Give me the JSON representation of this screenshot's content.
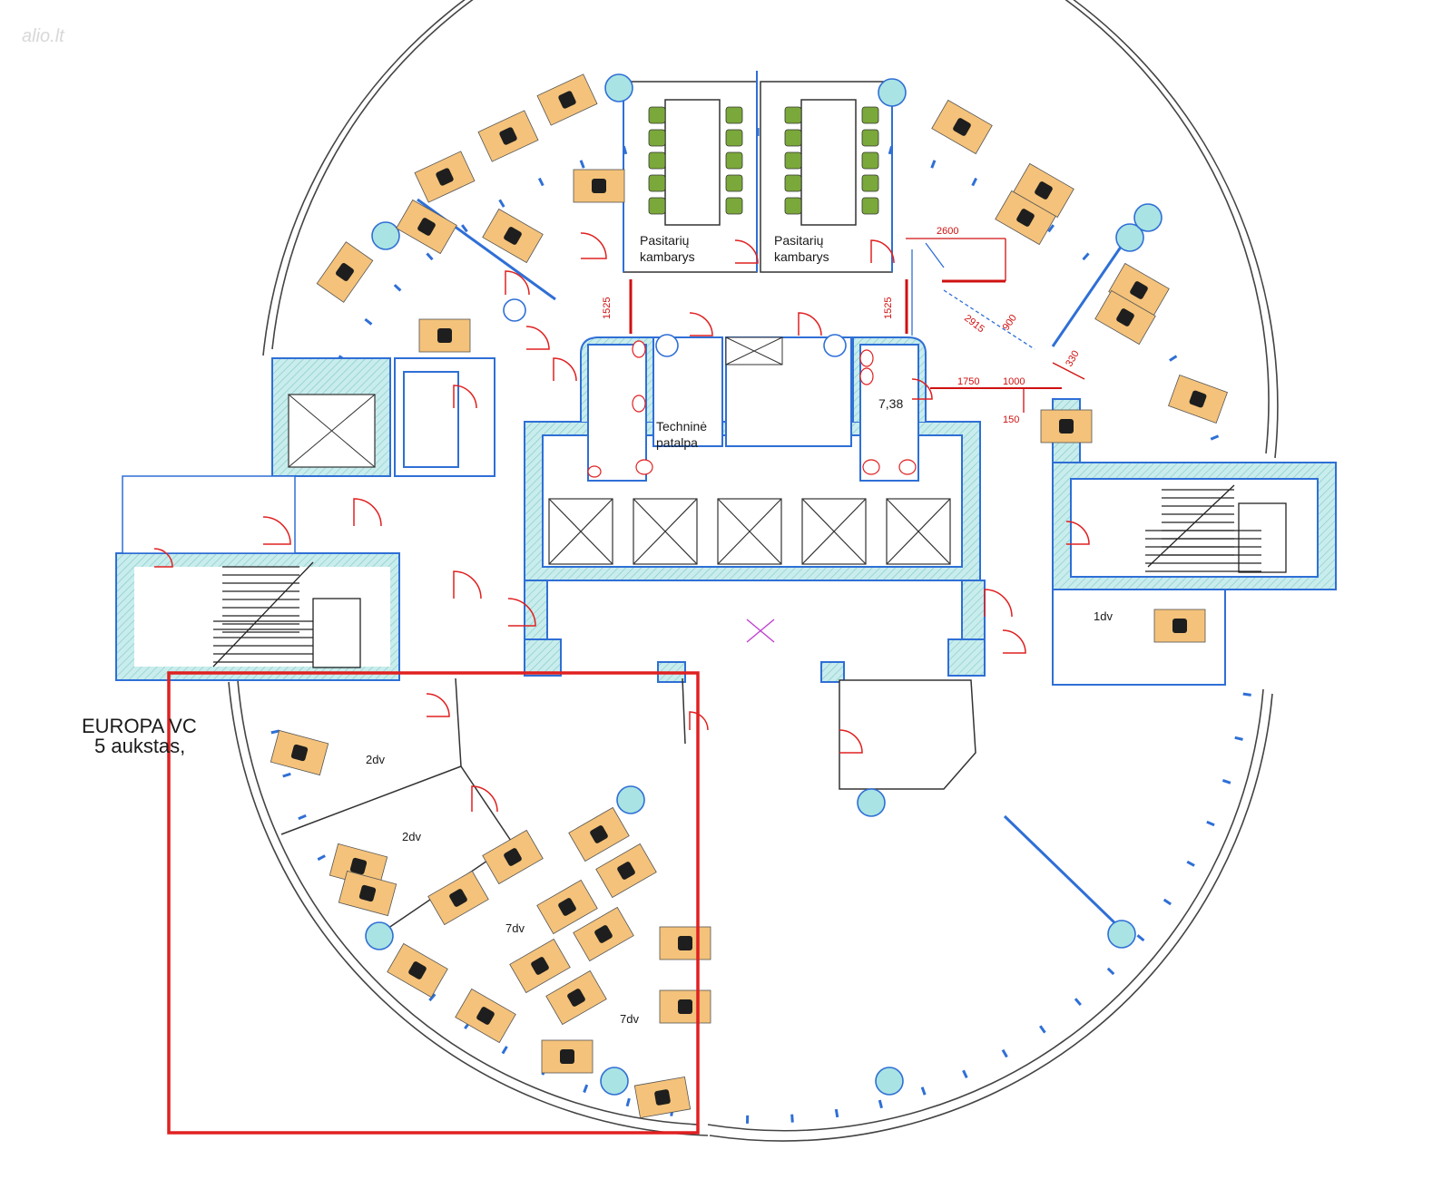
{
  "watermark": "alio.lt",
  "building": {
    "name": "EUROPA VC",
    "floor": "5 aukstas,"
  },
  "rooms": {
    "meeting_1": [
      "Pasitarių",
      "kambarys"
    ],
    "meeting_2": [
      "Pasitarių",
      "kambarys"
    ],
    "technical": [
      "Techninė",
      "patalpa"
    ],
    "area": "7,38",
    "office_1dv": "1dv",
    "office_2dv_a": "2dv",
    "office_2dv_b": "2dv",
    "office_7dv_a": "7dv",
    "office_7dv_b": "7dv"
  },
  "dimensions": {
    "d2600": "2600",
    "d1525_left": "1525",
    "d1525_right": "1525",
    "d2915": "2915",
    "d900": "900",
    "d1750": "1750",
    "d1000": "1000",
    "d150": "150",
    "d330": "330"
  },
  "colors": {
    "wall": "#2f6fd6",
    "wall_fill": "#bfe6e6",
    "highlight": "#e02020",
    "desk": "#f4c27a",
    "chair": "#1e1e1e",
    "meeting_chair": "#7aa83a",
    "column": "#a9e3e3",
    "door": "#e02020"
  }
}
